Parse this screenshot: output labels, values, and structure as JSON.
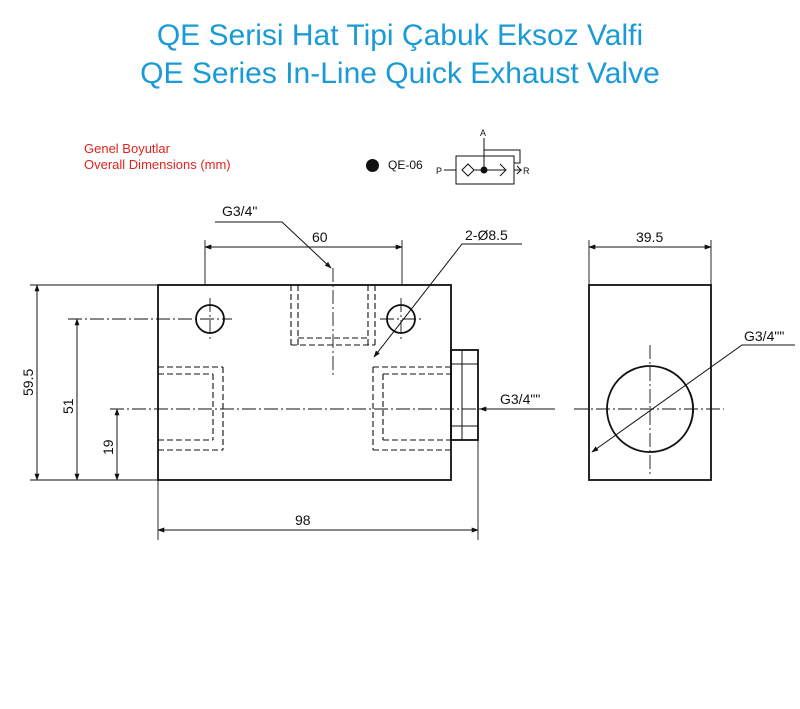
{
  "title_tr": "QE Serisi Hat Tipi Çabuk Eksoz Valfi",
  "title_en": "QE Series In-Line Quick Exhaust Valve",
  "dimensions_label_tr": "Genel Boyutlar",
  "dimensions_label_en": "Overall Dimensions (mm)",
  "model": "QE-06",
  "colors": {
    "title": "#1a9ad6",
    "dimension_label": "#e0231e",
    "lines": "#111111"
  },
  "symbol": {
    "port_a": "A",
    "port_p": "P",
    "port_r": "R"
  },
  "front_view": {
    "top_port": "G3/4\"",
    "hole_spacing": "60",
    "holes": "2-Ø8.5",
    "side_port": "G3/4\"\"",
    "height": "59.5",
    "hole_height": "51",
    "port_height": "19",
    "length": "98"
  },
  "side_view": {
    "width": "39.5",
    "port": "G3/4\"\""
  }
}
